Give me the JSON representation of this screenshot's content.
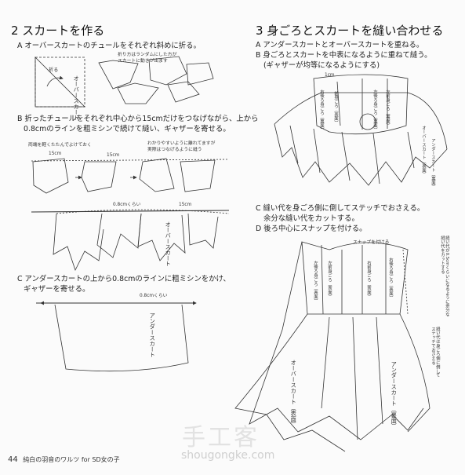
{
  "section_left": {
    "title": "2 スカートを作る",
    "step_a": "A オーバースカートのチュールをそれぞれ斜めに折る。",
    "fold_label": "折る",
    "overskirt_label": "オーバースカート",
    "random_note_1": "折り方はランダムにした方が",
    "random_note_2": "スカートに動きが出ます",
    "step_b_1": "B 折ったチュールをそれぞれ中心から15cmだけをつなげながら、上から",
    "step_b_2": "0.8cmのラインを粗ミシンで続けて縫い、ギャザーを寄せる。",
    "both_sides_note": "両端を軽くたたんでよけておく",
    "measure_15": "15cm",
    "overlap_note_1": "わかりやすいように離れてますが",
    "overlap_note_2": "実際はつなげるように縫う",
    "measure_08": "0.8cmくらい",
    "step_c_1": "C アンダースカートの上から0.8cmのラインに粗ミシンをかけ、",
    "step_c_2": "ギャザーを寄せる。",
    "underskirt_label": "アンダースカート"
  },
  "section_right": {
    "title": "3 身ごろとスカートを縫い合わせる",
    "step_a": "A アンダースカートとオーバースカートを重ねる。",
    "step_b_1": "B 身ごろとスカートを中表になるように重ねて縫う。",
    "step_b_2": "(ギャザーが均等になるようにする)",
    "measure_1": "1cm",
    "right_bodice_front": "右後ろ身ごろ（裏面）",
    "front_bodice": "前身ごろ（表面）",
    "left_bodice_back": "左後ろ身ごろ（裏面）",
    "left_bodice_front": "左前身ごろ（裏面）",
    "overskirt_front": "オーバースカート（表面）",
    "underskirt_back": "アンダースカート（裏面）",
    "step_c_1": "C 縫い代を身ごろ側に倒してステッチでおさえる。",
    "step_c_2": "余分な縫い代をカットする。",
    "step_d": "D 後ろ中心にスナップを付ける。",
    "snap_label": "スナップを付ける",
    "seam_note": "縫い代が0.5cmくらいになるように余分な縫い代をカットする",
    "stitch_note": "縫い代は身ごろ側に倒してステッチでおさえる",
    "dress_left_back": "左後ろ身ごろ（表面）",
    "dress_left_front": "左前身ごろ（表面）",
    "dress_right_front": "右前身ごろ（表面）",
    "dress_right_back": "右後ろ身ごろ（表面）",
    "dress_overskirt": "オーバースカート（表面）",
    "dress_underskirt": "アンダースカート（裏面）"
  },
  "footer": {
    "page_number": "44",
    "book_title": "純白の羽音のワルツ for SD女の子"
  },
  "watermark": {
    "brand": "手工客",
    "url": "shougongke.com"
  }
}
